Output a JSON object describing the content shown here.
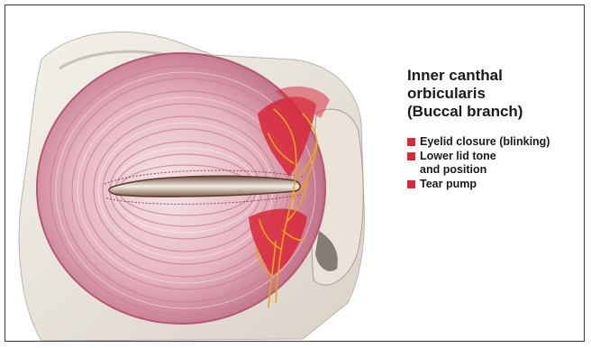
{
  "figure": {
    "title_lines": [
      "Inner canthal",
      "orbicularis",
      "(Buccal branch)"
    ],
    "bullets": [
      {
        "lines": [
          "Eyelid closure (blinking)"
        ]
      },
      {
        "lines": [
          "Lower lid tone",
          "and position"
        ]
      },
      {
        "lines": [
          "Tear pump"
        ]
      }
    ]
  },
  "colors": {
    "bullet": "#d8283a",
    "muscle": "#d9a0ad",
    "muscle_dark": "#b85f76",
    "nerve": "#e8a41f",
    "skin": "#ece7df",
    "frame": "#3a3a3a"
  }
}
